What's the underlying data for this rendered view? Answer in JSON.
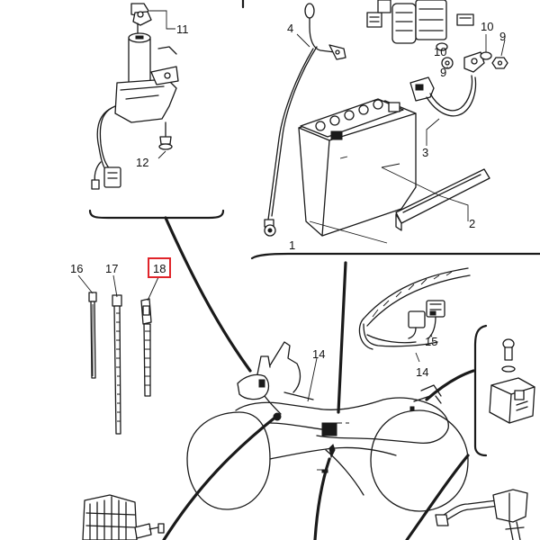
{
  "diagram": {
    "callouts": [
      {
        "id": "1",
        "label": "1"
      },
      {
        "id": "2",
        "label": "2"
      },
      {
        "id": "3",
        "label": "3"
      },
      {
        "id": "4",
        "label": "4"
      },
      {
        "id": "9",
        "label": "9"
      },
      {
        "id": "10a",
        "label": "10"
      },
      {
        "id": "10b",
        "label": "10"
      },
      {
        "id": "9b",
        "label": "9"
      },
      {
        "id": "11",
        "label": "11"
      },
      {
        "id": "12",
        "label": "12"
      },
      {
        "id": "14a",
        "label": "14"
      },
      {
        "id": "14b",
        "label": "14"
      },
      {
        "id": "15",
        "label": "15"
      },
      {
        "id": "16",
        "label": "16"
      },
      {
        "id": "17",
        "label": "17"
      },
      {
        "id": "18",
        "label": "18"
      }
    ],
    "highlight": {
      "label": "18",
      "color": "#e0242a"
    }
  }
}
